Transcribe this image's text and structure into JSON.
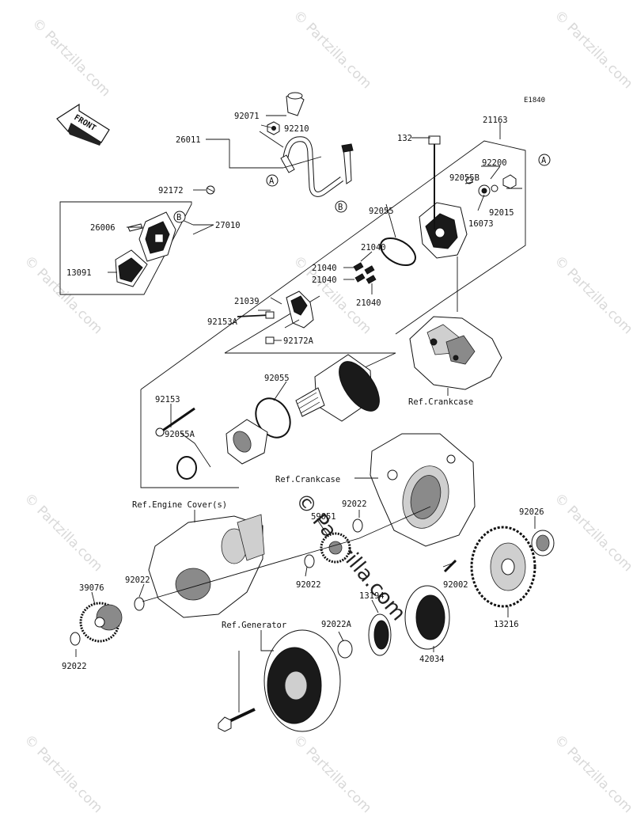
{
  "diagram_code": "E1840",
  "direction_label": "FRONT",
  "watermark": {
    "text": "© Partzilla.com",
    "center_text": "© Partzilla.com"
  },
  "callouts": {
    "A": "A",
    "B": "B"
  },
  "parts": {
    "p92071": "92071",
    "p92210": "92210",
    "p26011": "26011",
    "p92172": "92172",
    "p26006": "26006",
    "p27010": "27010",
    "p13091": "13091",
    "p132": "132",
    "p21163": "21163",
    "p92200": "92200",
    "p92055B": "92055B",
    "p92015": "92015",
    "p16073": "16073",
    "p92055_top": "92055",
    "p21040_a": "21040",
    "p21040_b": "21040",
    "p21040_c": "21040",
    "p21040_d": "21040",
    "p21039": "21039",
    "p92153A": "92153A",
    "p92172A": "92172A",
    "p92055_mid": "92055",
    "p92153": "92153",
    "p92055A": "92055A",
    "p92022_a": "92022",
    "p59051": "59051",
    "p92026": "92026",
    "p92022_b": "92022",
    "p92002": "92002",
    "p13194": "13194",
    "p39076": "39076",
    "p92022_c": "92022",
    "p92022_d": "92022",
    "p92022A": "92022A",
    "p42034": "42034",
    "p13216": "13216"
  },
  "references": {
    "crankcase_upper": "Ref.Crankcase",
    "crankcase_lower": "Ref.Crankcase",
    "engine_cover": "Ref.Engine Cover(s)",
    "generator": "Ref.Generator"
  }
}
